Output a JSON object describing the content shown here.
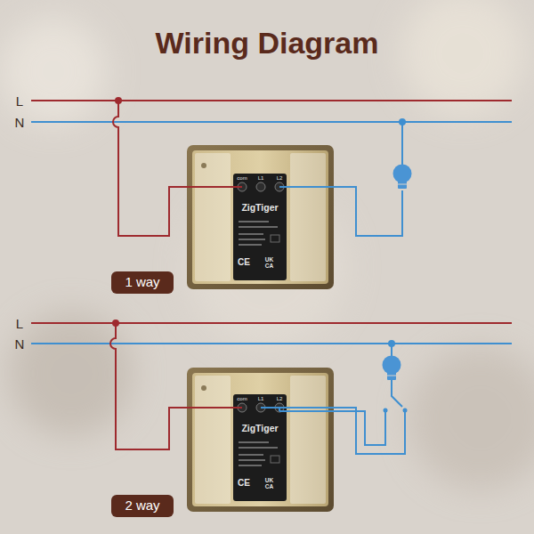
{
  "diagram": {
    "title": "Wiring Diagram",
    "nodes": [
      {
        "text": [
          "com",
          "L1",
          "L2",
          "ZigTiger",
          "CE",
          "UK CA"
        ]
      },
      {
        "text": [
          "1 way"
        ]
      },
      {
        "text": [
          "com",
          "L1",
          "L2",
          "ZigTiger",
          "CE",
          "UK CA"
        ]
      },
      {
        "text": [
          "2 way"
        ]
      }
    ],
    "labels": [
      "L",
      "N",
      "L",
      "N"
    ]
  }
}
